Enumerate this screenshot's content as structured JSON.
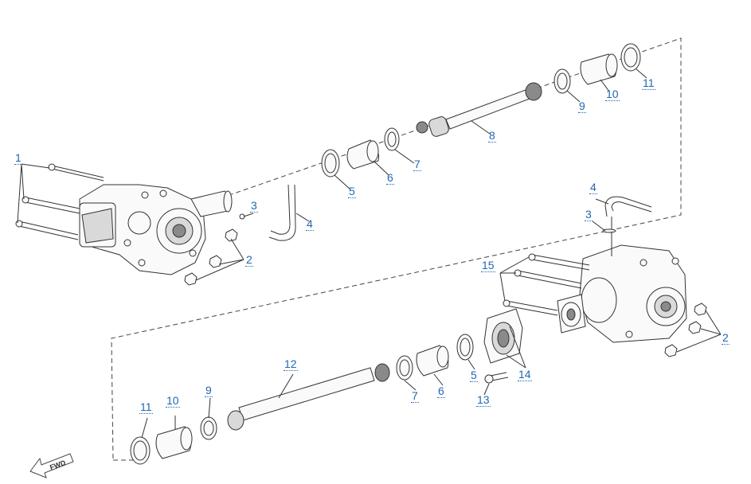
{
  "diagram": {
    "callouts": [
      "1",
      "2",
      "3",
      "4",
      "5",
      "6",
      "7",
      "8",
      "9",
      "10",
      "11",
      "2",
      "3",
      "4",
      "15",
      "12",
      "11",
      "10",
      "9",
      "7",
      "6",
      "5",
      "13",
      "14"
    ],
    "arrow_label": "FWD",
    "line_color": "#333333",
    "callout_color": "#1f67b0"
  }
}
